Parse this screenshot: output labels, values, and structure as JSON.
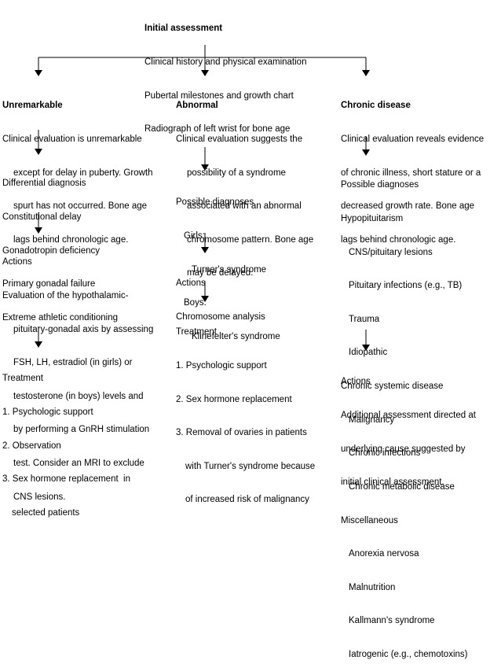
{
  "initial": {
    "title": "Initial assessment",
    "lines": [
      "Clinical history and physical examination",
      "Pubertal milestones and growth chart",
      "Radiograph of left wrist for bone age"
    ]
  },
  "columns": {
    "unremarkable": {
      "title": "Unremarkable",
      "eval": [
        "Clinical evaluation is unremarkable",
        "except for delay in puberty. Growth",
        "spurt has not occurred. Bone age",
        "lags behind chronologic age."
      ],
      "ddx_title": "Differential diagnosis",
      "ddx": [
        "Constitutional delay",
        "Gonadotropin deficiency",
        "Primary gonadal failure",
        "Extreme athletic conditioning"
      ],
      "actions_title": "Actions",
      "actions": [
        "Evaluation of the hypothalamic-",
        "pituitary-gonadal axis by assessing",
        "FSH, LH, estradiol (in girls) or",
        "testosterone (in boys) levels and",
        "by performing a GnRH stimulation",
        "test. Consider an MRI to exclude",
        "CNS lesions."
      ],
      "treatment_title": "Treatment",
      "treatment": [
        "1. Psychologic support",
        "2. Observation",
        "3. Sex hormone replacement  in",
        "selected patients"
      ]
    },
    "abnormal": {
      "title": "Abnormal",
      "eval": [
        "Clinical evaluation suggests the",
        "possibility of a syndrome",
        "associated with an abnormal",
        "chromosome pattern. Bone age",
        "may be delayed."
      ],
      "dx_title": "Possible diagnoses",
      "girls_label": "Girls:",
      "girls_dx": "Turner's syndrome",
      "boys_label": "Boys:",
      "boys_dx": "Klinefelter's syndrome",
      "actions_title": "Actions",
      "actions": [
        "Chromosome analysis"
      ],
      "treatment_title": "Treatment",
      "treatment": [
        "1. Psychologic support",
        "2. Sex hormone replacement",
        "3. Removal of ovaries in patients"
      ],
      "treatment_cont": [
        "with Turner's syndrome because",
        "of increased risk of malignancy"
      ]
    },
    "chronic": {
      "title": "Chronic disease",
      "eval": [
        "Clinical evaluation reveals evidence",
        "of chronic illness, short stature or a",
        "decreased growth rate. Bone age",
        "lags behind chronologic age."
      ],
      "dx_title": "Possible diagnoses",
      "groups": [
        {
          "name": "Hypopituitarism",
          "items": [
            "CNS/pituitary lesions",
            "Pituitary infections (e.g., TB)",
            "Trauma",
            "Idiopathic"
          ]
        },
        {
          "name": "Chronic systemic disease",
          "items": [
            "Malignancy",
            "Chronic infections",
            "Chronic metabolic disease"
          ]
        },
        {
          "name": "Miscellaneous",
          "items": [
            "Anorexia nervosa",
            "Malnutrition",
            "Kallmann's syndrome",
            "Iatrogenic (e.g., chemotoxins)"
          ]
        }
      ],
      "actions_title": "Actions",
      "actions": [
        "Additional assessment directed at",
        "underlying cause suggested by",
        "initial clinical assessment."
      ]
    }
  }
}
